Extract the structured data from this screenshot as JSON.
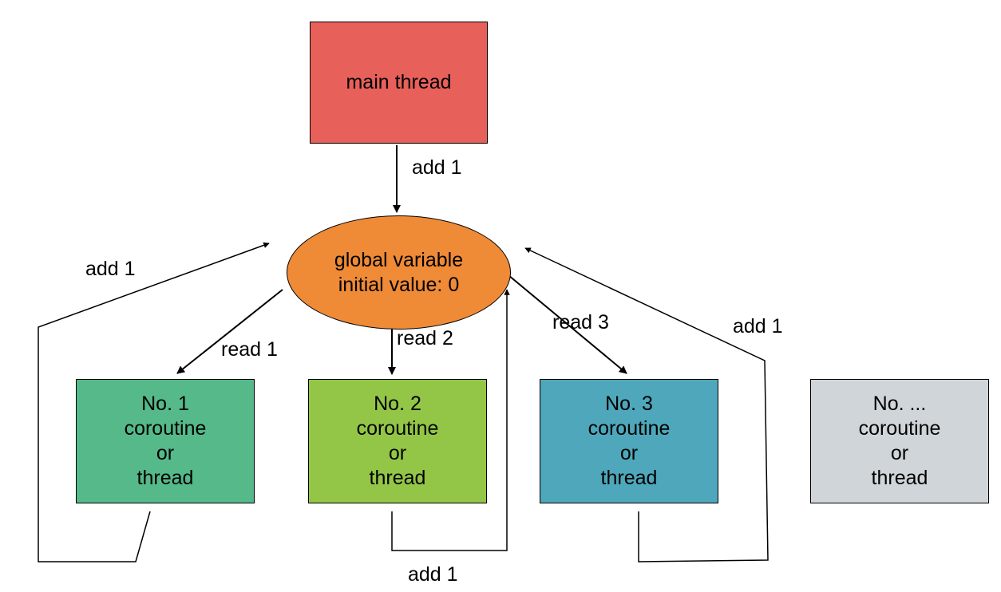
{
  "colors": {
    "main_thread": "#e8605a",
    "global_variable": "#ef8a37",
    "coroutine_1": "#55b98a",
    "coroutine_2": "#93c646",
    "coroutine_3": "#4fa7bb",
    "coroutine_n": "#d0d5d9",
    "stroke": "#000000"
  },
  "nodes": {
    "main_thread": {
      "label": "main thread"
    },
    "global_variable": {
      "lines": [
        "global variable",
        "initial value: 0"
      ]
    },
    "coroutine_1": {
      "lines": [
        "No. 1",
        "coroutine",
        "or",
        "thread"
      ]
    },
    "coroutine_2": {
      "lines": [
        "No. 2",
        "coroutine",
        "or",
        "thread"
      ]
    },
    "coroutine_3": {
      "lines": [
        "No. 3",
        "coroutine",
        "or",
        "thread"
      ]
    },
    "coroutine_n": {
      "lines": [
        "No. ...",
        "coroutine",
        "or",
        "thread"
      ]
    }
  },
  "edges": {
    "main_add": "add 1",
    "c1_add": "add 1",
    "c1_read": "read 1",
    "c2_read": "read 2",
    "c2_add": "add 1",
    "c3_read": "read 3",
    "c3_add": "add 1"
  }
}
